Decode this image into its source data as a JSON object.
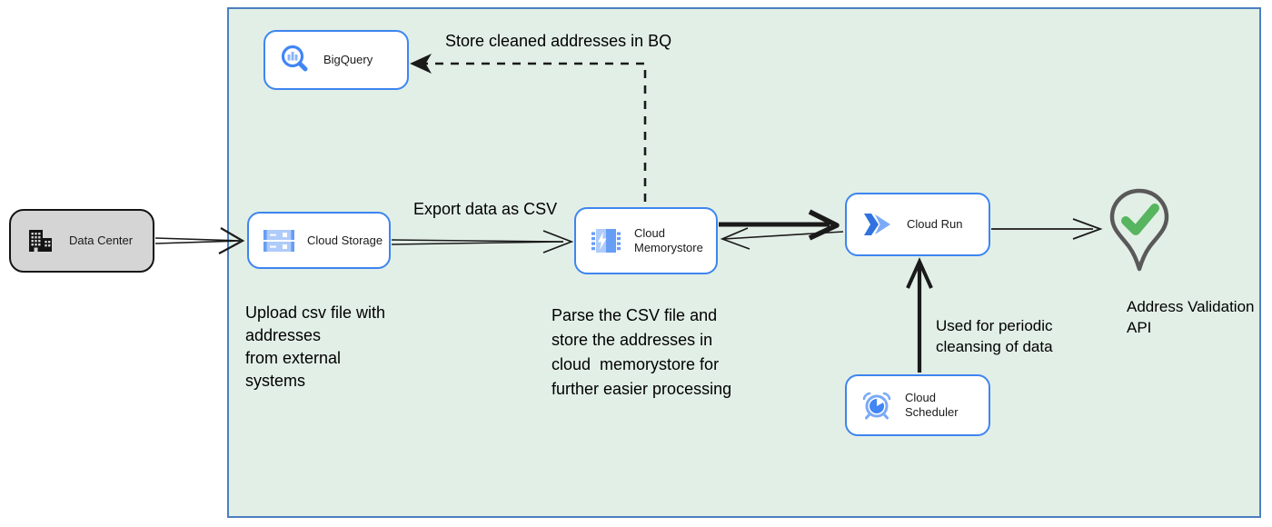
{
  "nodes": {
    "data_center": {
      "label": "Data Center"
    },
    "cloud_storage": {
      "label": "Cloud Storage"
    },
    "bigquery": {
      "label": "BigQuery"
    },
    "cloud_memorystore": {
      "label": "Cloud Memorystore"
    },
    "cloud_run": {
      "label": "Cloud Run"
    },
    "cloud_scheduler": {
      "label": "Cloud Scheduler"
    },
    "address_validation": {
      "label": "Address Validation\nAPI"
    }
  },
  "annotations": {
    "store_bq": "Store cleaned addresses in BQ",
    "export_csv": "Export data as CSV",
    "upload_note": "Upload csv file with\naddresses\nfrom external\nsystems",
    "parse_note": "Parse the CSV file and\nstore the addresses in\ncloud  memorystore for\nfurther easier processing",
    "scheduler_note": "Used for periodic\ncleansing of data"
  },
  "icons": {
    "data_center": "building-icon",
    "cloud_storage": "cloud-storage-icon",
    "bigquery": "bigquery-icon",
    "cloud_memorystore": "memorystore-chip-icon",
    "cloud_run": "cloud-run-icon",
    "cloud_scheduler": "scheduler-clock-icon",
    "address_validation": "map-pin-check-icon"
  },
  "colors": {
    "boundary_fill": "#e2efe6",
    "boundary_border": "#4c7fc0",
    "node_border": "#3d85f0",
    "data_center_fill": "#d5d5d5",
    "icon_blue": "#4285f4",
    "icon_blue_light": "#aecbfa",
    "icon_blue_medium": "#669df6",
    "check_green": "#57b560",
    "pin_gray": "#595959",
    "arrow_black": "#1a1a1a"
  }
}
